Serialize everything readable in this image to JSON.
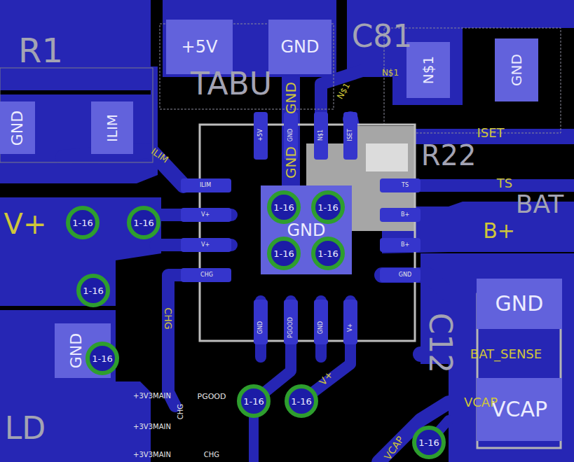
{
  "diagram": {
    "nodes": [
      {
        "text": [
          "+5V"
        ]
      },
      {
        "text": [
          "GND"
        ]
      },
      {
        "text": [
          "N$1"
        ]
      },
      {
        "text": [
          "GND"
        ]
      },
      {
        "text": [
          "GND"
        ]
      },
      {
        "text": [
          "ILIM"
        ]
      },
      {
        "text": [
          "GND"
        ]
      },
      {
        "text": [
          "1-16"
        ],
        "in": 6
      },
      {
        "text": [
          "1-16"
        ],
        "in": 6
      },
      {
        "text": [
          "1-16"
        ],
        "in": 6
      },
      {
        "text": [
          "1-16"
        ],
        "in": 6
      },
      {
        "text": [
          "GND"
        ]
      },
      {
        "text": [
          "VCAP"
        ]
      },
      {
        "text": [
          "GND"
        ]
      },
      {
        "text": [
          "1-16"
        ]
      },
      {
        "text": [
          "1-16"
        ]
      },
      {
        "text": [
          "1-16"
        ]
      },
      {
        "text": [
          "1-16"
        ]
      },
      {
        "text": [
          "1-16"
        ]
      },
      {
        "text": [
          "1-16"
        ]
      },
      {
        "text": [
          "1-16"
        ]
      }
    ],
    "labels": [
      "R1",
      "TABU",
      "C81",
      "R22",
      "BAT",
      "C12",
      "LD",
      "+5V",
      "GND",
      "N$1",
      "ISET",
      "ILIM",
      "V+",
      "V+",
      "CHG",
      "TS",
      "B+",
      "B+",
      "GND",
      "GND",
      "PGOOD",
      "GND",
      "V+",
      "N$1",
      "N$1",
      "GND",
      "GND",
      "ILIM",
      "ISET",
      "TS",
      "B+",
      "CHG",
      "V+",
      "V+",
      "BAT_SENSE",
      "VCAP",
      "VCAP",
      "PGOOD",
      "CHG",
      "CHG",
      "+3V3MAIN",
      "+3V3MAIN",
      "+3V3MAIN"
    ]
  }
}
